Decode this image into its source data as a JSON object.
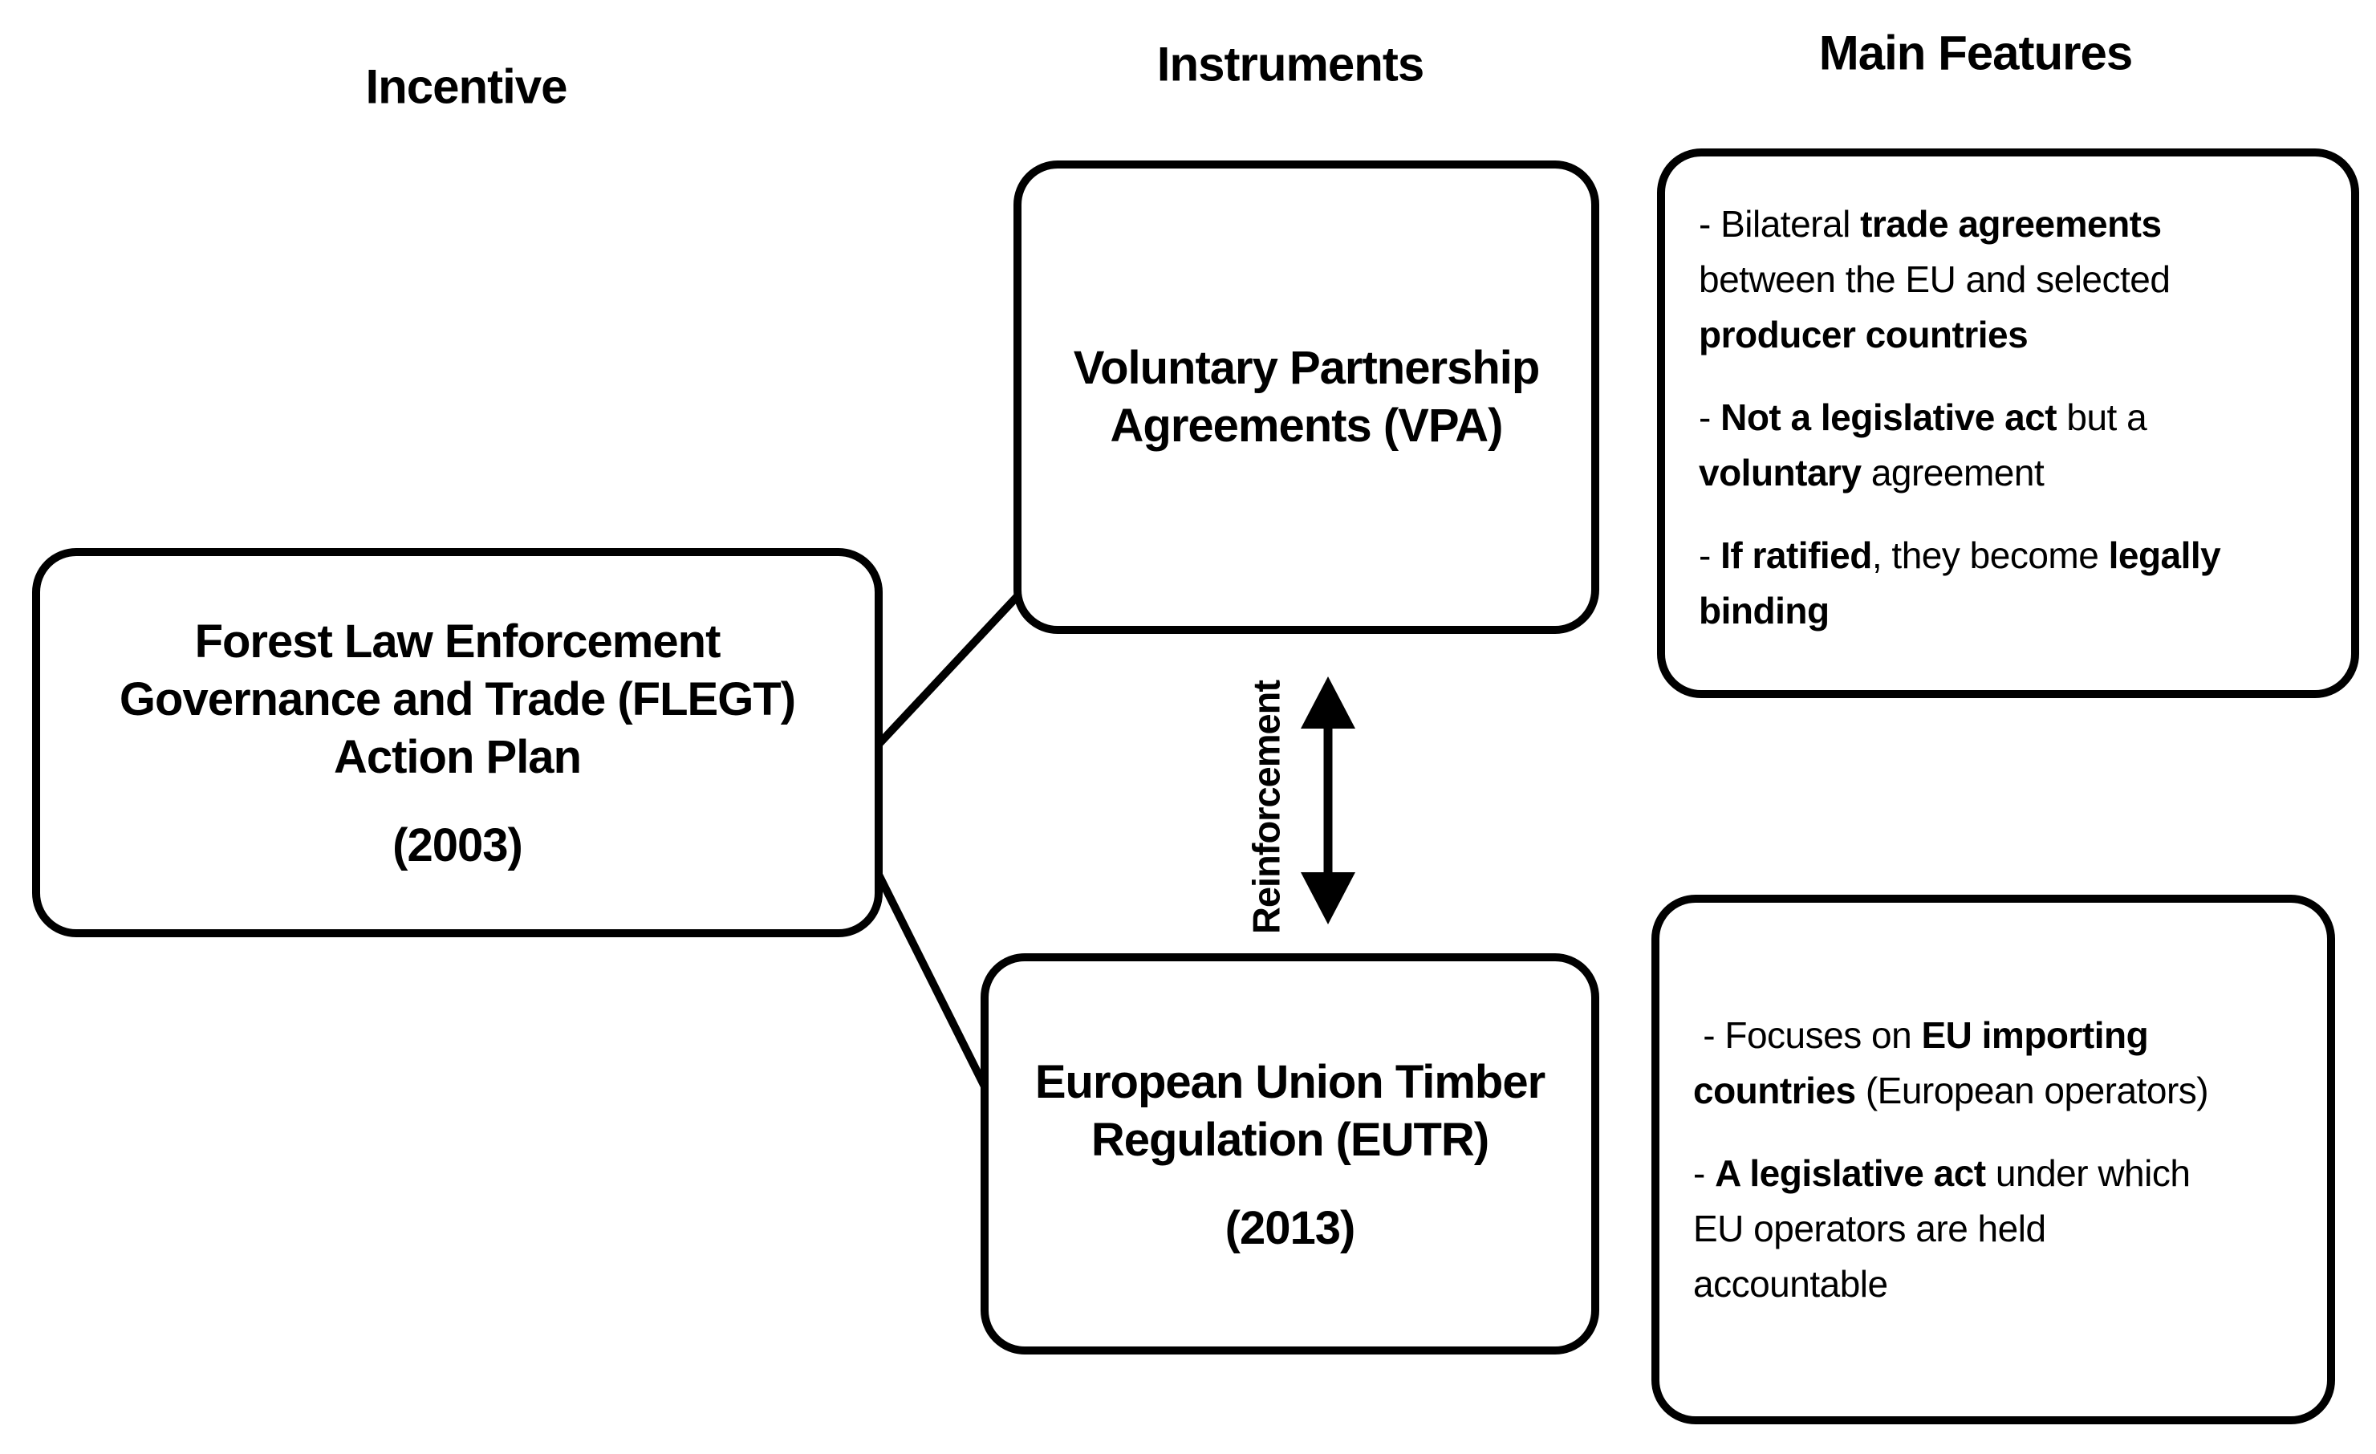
{
  "headers": {
    "incentive": "Incentive",
    "instruments": "Instruments",
    "main_features": "Main Features"
  },
  "incentive_box": {
    "title_lines": [
      "Forest Law Enforcement",
      "Governance and Trade (FLEGT)",
      "Action Plan"
    ],
    "year": "(2003)"
  },
  "vpa_box": {
    "title_lines": [
      "Voluntary Partnership",
      "Agreements (VPA)"
    ]
  },
  "eutr_box": {
    "title_lines": [
      "European Union Timber",
      "Regulation (EUTR)"
    ],
    "year": "(2013)"
  },
  "vpa_features_box": {
    "paragraphs": [
      [
        [
          {
            "t": "- Bilateral ",
            "b": false
          },
          {
            "t": "trade agreements",
            "b": true
          }
        ],
        [
          {
            "t": "between the EU and selected",
            "b": false
          }
        ],
        [
          {
            "t": "producer countries",
            "b": true
          }
        ]
      ],
      [
        [
          {
            "t": "- ",
            "b": false
          },
          {
            "t": "Not a legislative act",
            "b": true
          },
          {
            "t": " but a",
            "b": false
          }
        ],
        [
          {
            "t": "voluntary",
            "b": true
          },
          {
            "t": " agreement",
            "b": false
          }
        ]
      ],
      [
        [
          {
            "t": "- ",
            "b": false
          },
          {
            "t": "If ratified",
            "b": true
          },
          {
            "t": ", they become ",
            "b": false
          },
          {
            "t": "legally",
            "b": true
          }
        ],
        [
          {
            "t": "binding",
            "b": true
          }
        ]
      ]
    ]
  },
  "eutr_features_box": {
    "paragraphs": [
      [
        [
          {
            "t": " - Focuses on ",
            "b": false
          },
          {
            "t": "EU importing",
            "b": true
          }
        ],
        [
          {
            "t": "countries",
            "b": true
          },
          {
            "t": " (European operators)",
            "b": false
          }
        ]
      ],
      [
        [
          {
            "t": "- ",
            "b": false
          },
          {
            "t": "A legislative act",
            "b": true
          },
          {
            "t": " under which",
            "b": false
          }
        ],
        [
          {
            "t": "EU operators are held",
            "b": false
          }
        ],
        [
          {
            "t": "accountable",
            "b": false
          }
        ]
      ]
    ]
  },
  "reinforcement": {
    "label": "Reinforcement"
  },
  "colors": {
    "ink": "#000000",
    "background": "#ffffff"
  }
}
